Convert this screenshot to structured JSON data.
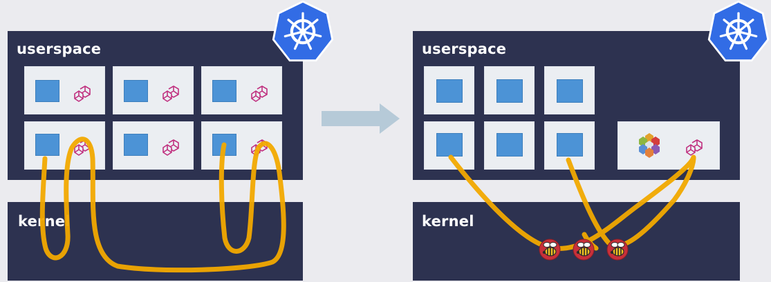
{
  "left": {
    "userspace_label": "userspace",
    "kernel_label": "kernel"
  },
  "right": {
    "userspace_label": "userspace",
    "kernel_label": "kernel"
  },
  "colors": {
    "layer": "#2d3250",
    "container": "#4c93d6",
    "path": "#f2a900",
    "kubernetes": "#326ce5",
    "pod": "#c0307f"
  },
  "icons": {
    "kubernetes": "kubernetes-logo-icon",
    "pod": "pod-cubes-icon",
    "hive": "cilium-hexagon-icon",
    "bee": "ebpf-bee-icon",
    "arrow": "right-arrow-icon"
  }
}
